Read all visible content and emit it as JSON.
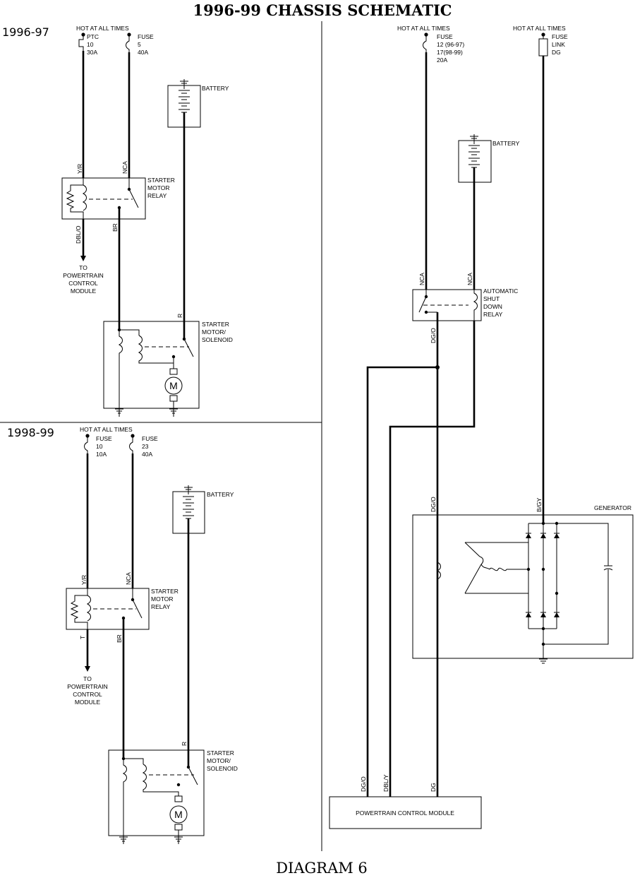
{
  "title": "1996-99 CHASSIS SCHEMATIC",
  "footer": "DIAGRAM 6",
  "periods": {
    "early": "1996-97",
    "late": "1998-99"
  },
  "common": {
    "hot": "HOT AT ALL TIMES",
    "battery": "BATTERY",
    "starter_relay": [
      "STARTER",
      "MOTOR",
      "RELAY"
    ],
    "starter_solenoid": [
      "STARTER",
      "MOTOR/",
      "SOLENOID"
    ],
    "to_pcm": [
      "TO",
      "POWERTRAIN",
      "CONTROL",
      "MODULE"
    ],
    "motor_symbol": "M"
  },
  "early": {
    "ptc": [
      "PTC",
      "10",
      "30A"
    ],
    "fuse": [
      "FUSE",
      "5",
      "40A"
    ],
    "wires": {
      "relay_coil": "Y/R",
      "relay_switch": "NCA",
      "relay_out": "DBL/O",
      "solenoid_feed": "BR",
      "battery": "R"
    }
  },
  "late": {
    "fuse_a": [
      "FUSE",
      "10",
      "10A"
    ],
    "fuse_b": [
      "FUSE",
      "23",
      "40A"
    ],
    "wires": {
      "relay_coil": "Y/R",
      "relay_switch": "NCA",
      "relay_out": "T",
      "solenoid_feed": "BR",
      "battery": "R"
    }
  },
  "right": {
    "fuse": [
      "FUSE",
      "12 (96-97)",
      "17(98-99)",
      "20A"
    ],
    "fuse_link": [
      "FUSE",
      "LINK",
      "DG"
    ],
    "asd_relay": [
      "AUTOMATIC",
      "SHUT",
      "DOWN",
      "RELAY"
    ],
    "generator": "GENERATOR",
    "pcm": "POWERTRAIN CONTROL MODULE",
    "wires": {
      "asd_in_left": "NCA",
      "asd_in_right": "NCA",
      "asd_out": "DG/O",
      "gen_field": "DG/O",
      "gen_output": "B/GY",
      "pcm_1": "DG/O",
      "pcm_2": "DBL/Y",
      "pcm_3": "DG"
    }
  }
}
